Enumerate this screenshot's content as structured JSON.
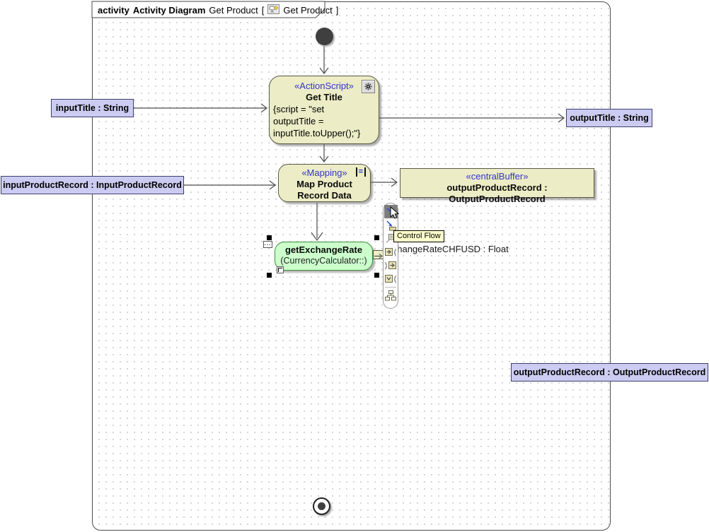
{
  "header": {
    "kind": "activity",
    "type": "Activity Diagram",
    "name": "Get Product",
    "bracket_open": "[",
    "ref": "Get Product",
    "bracket_close": "]"
  },
  "nodes": {
    "get_title": {
      "stereotype": "«ActionScript»",
      "name": "Get Title",
      "script": [
        "{script = \"set",
        "outputTitle =",
        "inputTitle.toUpper();\"}"
      ]
    },
    "map_product": {
      "stereotype": "«Mapping»",
      "name_line1": "Map Product",
      "name_line2": "Record Data",
      "icon_glyph": "="
    },
    "central_buffer": {
      "stereotype": "«centralBuffer»",
      "name": "outputProductRecord : OutputProductRecord"
    },
    "get_exchange_rate": {
      "name": "getExchangeRate",
      "qualifier": "(CurrencyCalculator::)",
      "ellipsis": "..."
    }
  },
  "labels": {
    "input_title": "inputTitle : String",
    "output_title": "outputTitle : String",
    "input_product_record": "inputProductRecord : InputProductRecord",
    "output_product_record": "outputProductRecord : OutputProductRecord",
    "exchange_rate": "exchangeRateCHFUSD : Float"
  },
  "toolbar": {
    "tooltip": "Control Flow",
    "paren_open": "(",
    "paren_close": ")"
  },
  "colors": {
    "node_fill": "#ECECC6",
    "action_green": "#CCFFCC",
    "label_fill": "#CCCCF2",
    "stereotype_text": "#3333CC",
    "tooltip_fill": "#FFFFCC"
  }
}
